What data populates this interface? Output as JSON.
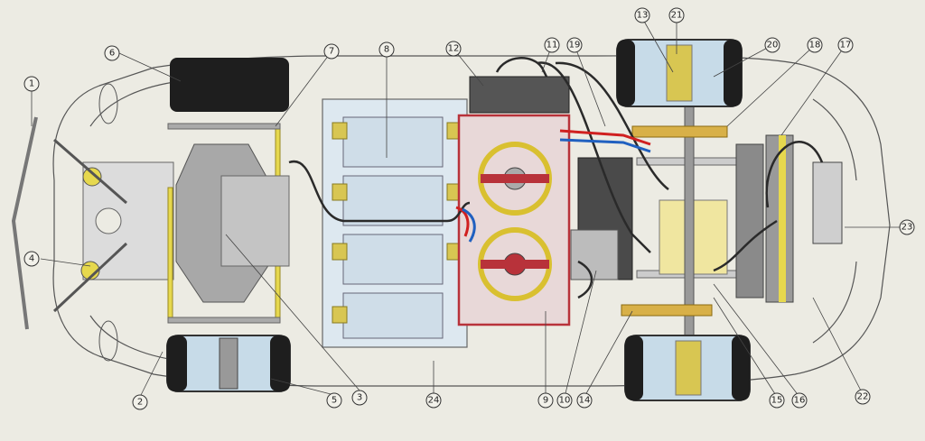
{
  "callouts": [
    {
      "id": "c1",
      "text": "1"
    },
    {
      "id": "c2",
      "text": "2"
    },
    {
      "id": "c3",
      "text": "3"
    },
    {
      "id": "c4",
      "text": "4"
    },
    {
      "id": "c5",
      "text": "5"
    },
    {
      "id": "c6",
      "text": "6"
    },
    {
      "id": "c7",
      "text": "7"
    },
    {
      "id": "c8",
      "text": "8"
    },
    {
      "id": "c9",
      "text": "9"
    },
    {
      "id": "c10",
      "text": "10"
    },
    {
      "id": "c11",
      "text": "11"
    },
    {
      "id": "c12",
      "text": "12"
    },
    {
      "id": "c13",
      "text": "13"
    },
    {
      "id": "c14",
      "text": "14"
    },
    {
      "id": "c15",
      "text": "15"
    },
    {
      "id": "c16",
      "text": "16"
    },
    {
      "id": "c17",
      "text": "17"
    },
    {
      "id": "c18",
      "text": "18"
    },
    {
      "id": "c19",
      "text": "19"
    },
    {
      "id": "c20",
      "text": "20"
    },
    {
      "id": "c21",
      "text": "21"
    },
    {
      "id": "c22",
      "text": "22"
    },
    {
      "id": "c23",
      "text": "23"
    },
    {
      "id": "c24",
      "text": "24"
    }
  ],
  "colors": {
    "background": "#ecebe3",
    "tire": "#1e1e1e",
    "wheel_hub": "#c7dbe8",
    "battery_tray": "#dde8f0",
    "battery_terminal": "#d8c652",
    "motor_plate": "#e8d8d8",
    "motor_frame": "#b8323a",
    "brush_ring": "#d9c030",
    "gear": "#d8b048",
    "steering_arm": "#e6d84e",
    "wire": "#2a2a2a",
    "wire_red": "#d02020",
    "wire_blue": "#2060c0",
    "radiator_fins": "#6a6a6a"
  }
}
